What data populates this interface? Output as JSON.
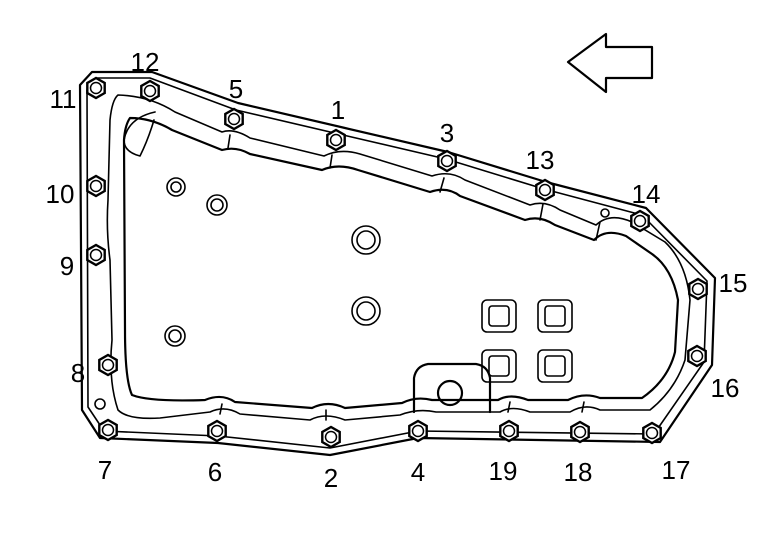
{
  "diagram": {
    "bolts": [
      {
        "id": 1,
        "label": "1"
      },
      {
        "id": 2,
        "label": "2"
      },
      {
        "id": 3,
        "label": "3"
      },
      {
        "id": 4,
        "label": "4"
      },
      {
        "id": 5,
        "label": "5"
      },
      {
        "id": 6,
        "label": "6"
      },
      {
        "id": 7,
        "label": "7"
      },
      {
        "id": 8,
        "label": "8"
      },
      {
        "id": 9,
        "label": "9"
      },
      {
        "id": 10,
        "label": "10"
      },
      {
        "id": 11,
        "label": "11"
      },
      {
        "id": 12,
        "label": "12"
      },
      {
        "id": 13,
        "label": "13"
      },
      {
        "id": 14,
        "label": "14"
      },
      {
        "id": 15,
        "label": "15"
      },
      {
        "id": 16,
        "label": "16"
      },
      {
        "id": 17,
        "label": "17"
      },
      {
        "id": 18,
        "label": "18"
      },
      {
        "id": 19,
        "label": "19"
      }
    ],
    "direction_arrow_icon": "left-arrow-icon",
    "ink_color": "#000000",
    "background_color": "#ffffff"
  }
}
